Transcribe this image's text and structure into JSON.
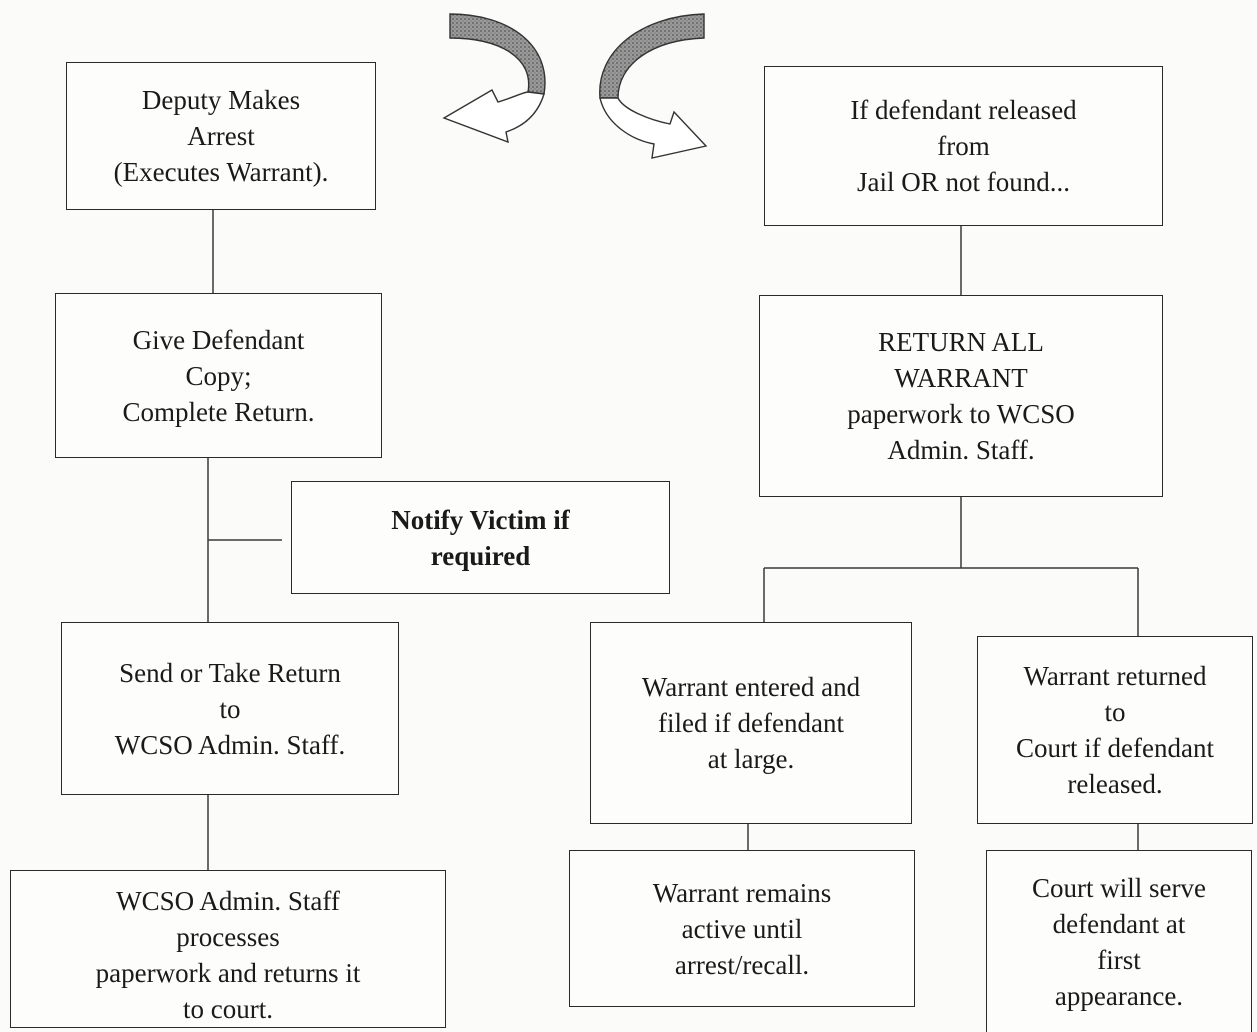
{
  "boxes": {
    "deputy_arrest": "Deputy Makes\nArrest\n(Executes Warrant).",
    "give_copy": "Give Defendant\nCopy;\nComplete Return.",
    "notify_victim": "Notify Victim if\nrequired",
    "send_return": "Send or Take Return\nto\nWCSO Admin. Staff.",
    "admin_processes": "WCSO Admin. Staff\nprocesses\npaperwork and returns it\nto court.",
    "released_or_not_found": "If defendant released\nfrom\nJail OR not found...",
    "return_all": "RETURN ALL\nWARRANT\npaperwork to WCSO\nAdmin. Staff.",
    "entered_filed": "Warrant entered and\nfiled if defendant\nat large.",
    "returned_to_court": "Warrant returned\nto\nCourt if defendant\nreleased.",
    "remains_active": "Warrant remains\nactive until\narrest/recall.",
    "court_will_serve": "Court will serve\ndefendant at\nfirst\nappearance."
  },
  "arrows": [
    {
      "name": "curved-arrow-left-icon",
      "direction": "left"
    },
    {
      "name": "curved-arrow-right-icon",
      "direction": "right"
    }
  ]
}
